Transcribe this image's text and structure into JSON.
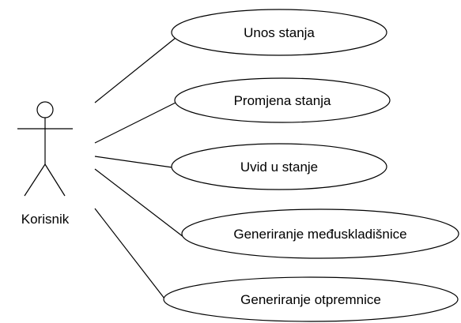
{
  "actor": {
    "name": "Korisnik"
  },
  "use_cases": [
    {
      "label": "Unos stanja"
    },
    {
      "label": "Promjena stanja"
    },
    {
      "label": "Uvid u stanje"
    },
    {
      "label": "Generiranje međuskladišnice"
    },
    {
      "label": "Generiranje otpremnice"
    }
  ]
}
